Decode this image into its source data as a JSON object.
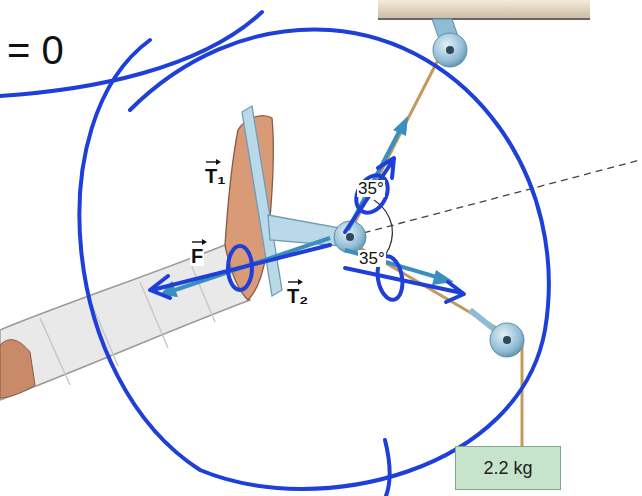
{
  "diagram": {
    "nodes": [
      {
        "text": [
          "2.2 kg"
        ]
      }
    ],
    "labels": [
      "= 0",
      "T₁",
      "35°",
      "35°",
      "F",
      "T₂"
    ]
  }
}
